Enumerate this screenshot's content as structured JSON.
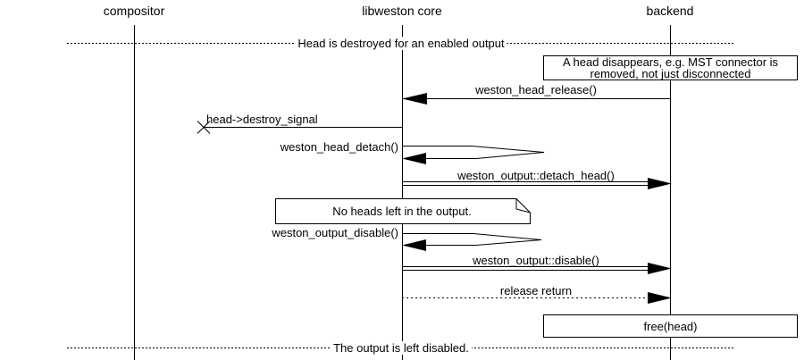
{
  "diagram": {
    "title_hint": "libweston head destroy sequence",
    "participants": [
      {
        "label": "compositor"
      },
      {
        "label": "libweston core"
      },
      {
        "label": "backend"
      }
    ],
    "dividers": [
      {
        "label": "Head is destroyed for an enabled output"
      },
      {
        "label": "The output is left disabled."
      }
    ],
    "notes": [
      {
        "lines": [
          "A head disappears, e.g. MST connector is",
          "removed, not just disconnected"
        ]
      },
      {
        "label": "No heads left in the output."
      }
    ],
    "messages": [
      {
        "label": "weston_head_release()",
        "from": "backend",
        "to": "libweston core",
        "style": "solid-call-left"
      },
      {
        "label": "head->destroy_signal",
        "from": "libweston core",
        "to": "lost",
        "style": "lost-signal-x"
      },
      {
        "label": "weston_head_detach()",
        "from": "libweston core",
        "to": "libweston core",
        "style": "self-call"
      },
      {
        "label": "weston_output::detach_head()",
        "from": "libweston core",
        "to": "backend",
        "style": "double-line-call"
      },
      {
        "label": "weston_output_disable()",
        "from": "libweston core",
        "to": "libweston core",
        "style": "self-call"
      },
      {
        "label": "weston_output::disable()",
        "from": "libweston core",
        "to": "backend",
        "style": "double-line-call"
      },
      {
        "label": "release return",
        "from": "libweston core",
        "to": "backend",
        "style": "dotted-return"
      }
    ],
    "action_box": {
      "label": "free(head)"
    },
    "colors": {
      "background": "#ffffff",
      "line": "#000000",
      "text": "#000000"
    }
  }
}
